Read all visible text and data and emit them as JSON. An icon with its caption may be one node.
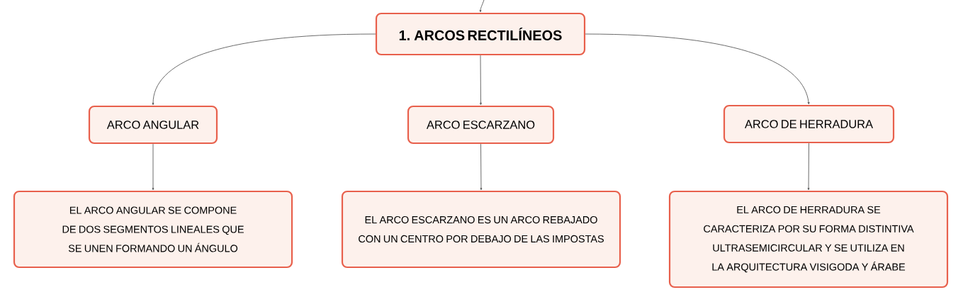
{
  "diagram": {
    "nodes": [
      {
        "text": [
          "1. ARCOS RECTILÍNEOS"
        ]
      },
      {
        "text": [
          "ARCO ANGULAR"
        ]
      },
      {
        "text": [
          "ARCO ESCARZANO"
        ]
      },
      {
        "text": [
          "ARCO DE HERRADURA"
        ]
      },
      {
        "text": [
          "EL ARCO ANGULAR SE COMPONE DE DOS SEGMENTOS LINEALES QUE SE UNEN FORMANDO UN ÁNGULO"
        ]
      },
      {
        "text": [
          "EL ARCO ESCARZANO ES UN ARCO REBAJADO CON UN CENTRO POR DEBAJO DE LAS IMPOSTAS"
        ]
      },
      {
        "text": [
          "EL ARCO DE HERRADURA SE CARACTERIZA POR SU FORMA DISTINTIVA ULTRASEMICIRCULAR Y SE UTILIZA EN LA ARQUITECTURA VISIGODA Y ÁRABE"
        ]
      }
    ],
    "edges": [
      {
        "from": null,
        "to": 0,
        "arrow": "to"
      },
      {
        "from": 0,
        "to": 1,
        "arrow": "to"
      },
      {
        "from": 0,
        "to": 2,
        "arrow": "to"
      },
      {
        "from": 0,
        "to": 3,
        "arrow": "to"
      },
      {
        "from": 1,
        "to": 4,
        "arrow": "to"
      },
      {
        "from": 2,
        "to": 5,
        "arrow": "to"
      },
      {
        "from": 3,
        "to": 6,
        "arrow": "to"
      }
    ]
  }
}
